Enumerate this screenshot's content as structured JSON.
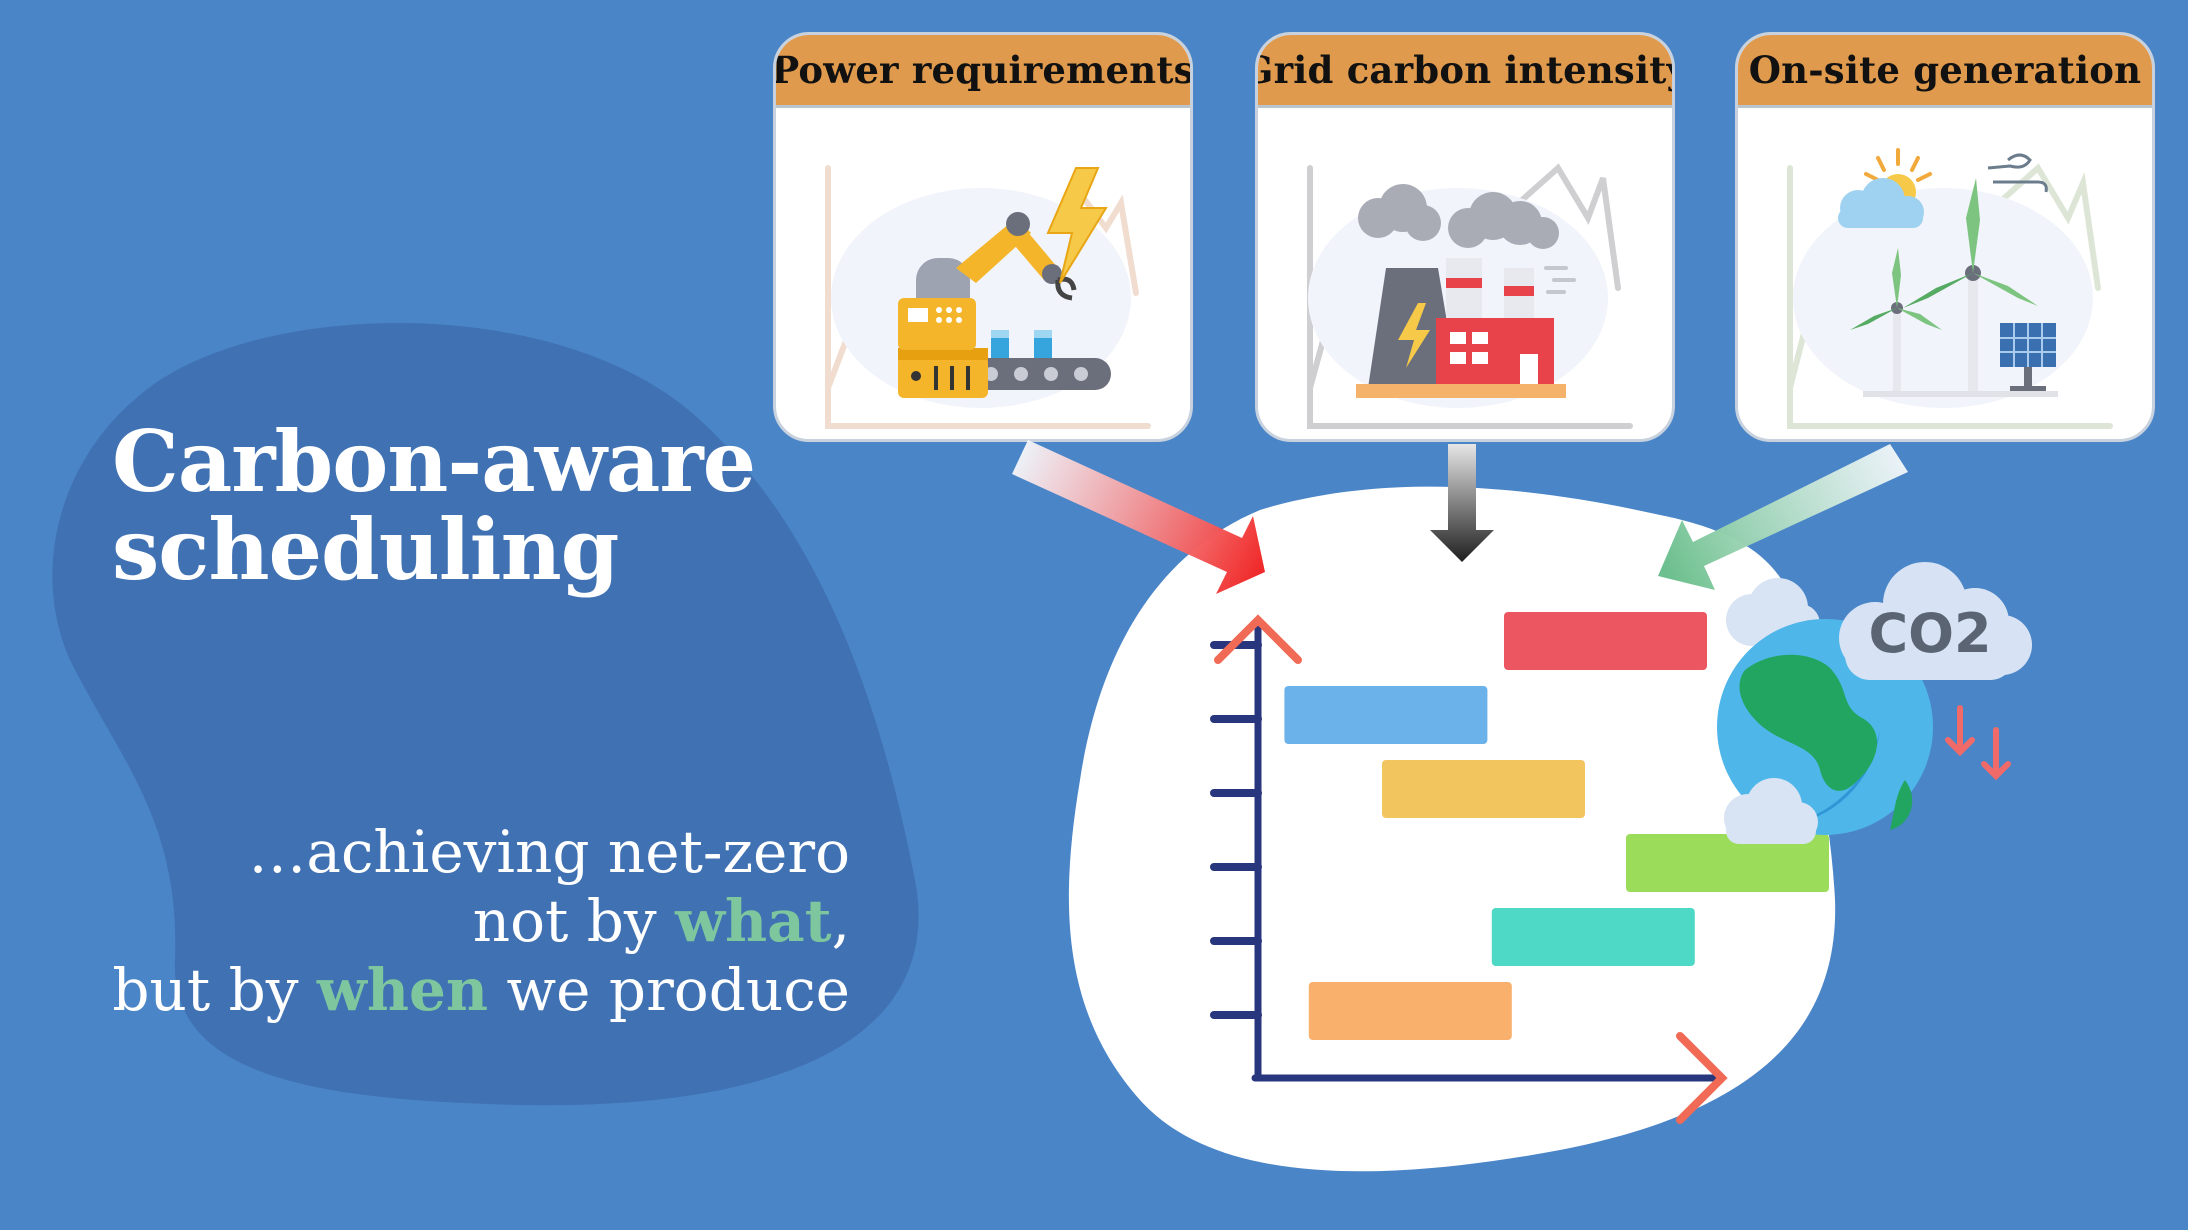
{
  "title": {
    "line1": "Carbon-aware",
    "line2": "scheduling"
  },
  "tagline": {
    "line1": "…achieving net-zero",
    "line2_pre": "not by ",
    "line2_highlight": "what",
    "line2_post": ",",
    "line3_pre": "but by ",
    "line3_highlight": "when",
    "line3_post": " we produce"
  },
  "cards": [
    {
      "label": "Power requirements",
      "icon": "industrial-robot-icon",
      "arrow_color": "#f03a3a"
    },
    {
      "label": "Grid carbon intensity",
      "icon": "power-plant-icon",
      "arrow_color": "#333333"
    },
    {
      "label": "On-site generation",
      "icon": "renewable-energy-icon",
      "arrow_color": "#7ec79e"
    }
  ],
  "co2_badge": {
    "text": "CO2"
  },
  "schedule_tasks": [
    {
      "start": 3.0,
      "end": 5.6,
      "color": "#ec5661"
    },
    {
      "start": 1.2,
      "end": 3.8,
      "color": "#6bb1ea"
    },
    {
      "start": 2.0,
      "end": 4.6,
      "color": "#f3c55f"
    },
    {
      "start": 4.0,
      "end": 6.6,
      "color": "#9bdc5b"
    },
    {
      "start": 2.9,
      "end": 5.5,
      "color": "#4ed8c6"
    },
    {
      "start": 1.4,
      "end": 4.0,
      "color": "#f8b06c"
    }
  ],
  "colors": {
    "background": "#4a85c8",
    "blob_dark": "#3f71b3",
    "header": "#df9a4e",
    "axis": "#27367d",
    "axis_arrow": "#f06a55",
    "highlight": "#7ec79e"
  }
}
